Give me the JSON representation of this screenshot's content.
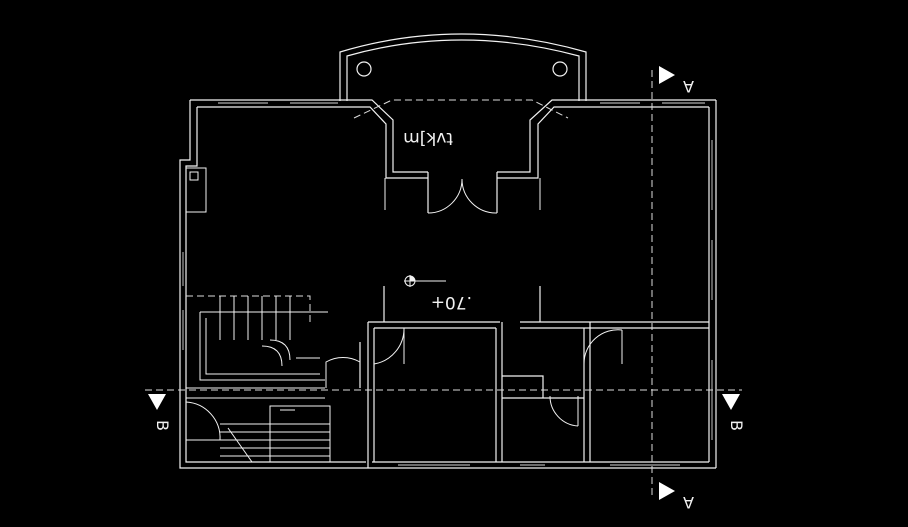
{
  "section_a": "A",
  "section_b": "B",
  "room_label": "tvk]m",
  "level_mark": ".70+",
  "colors": {
    "background": "#000000",
    "lines": "#f2f2f2"
  }
}
